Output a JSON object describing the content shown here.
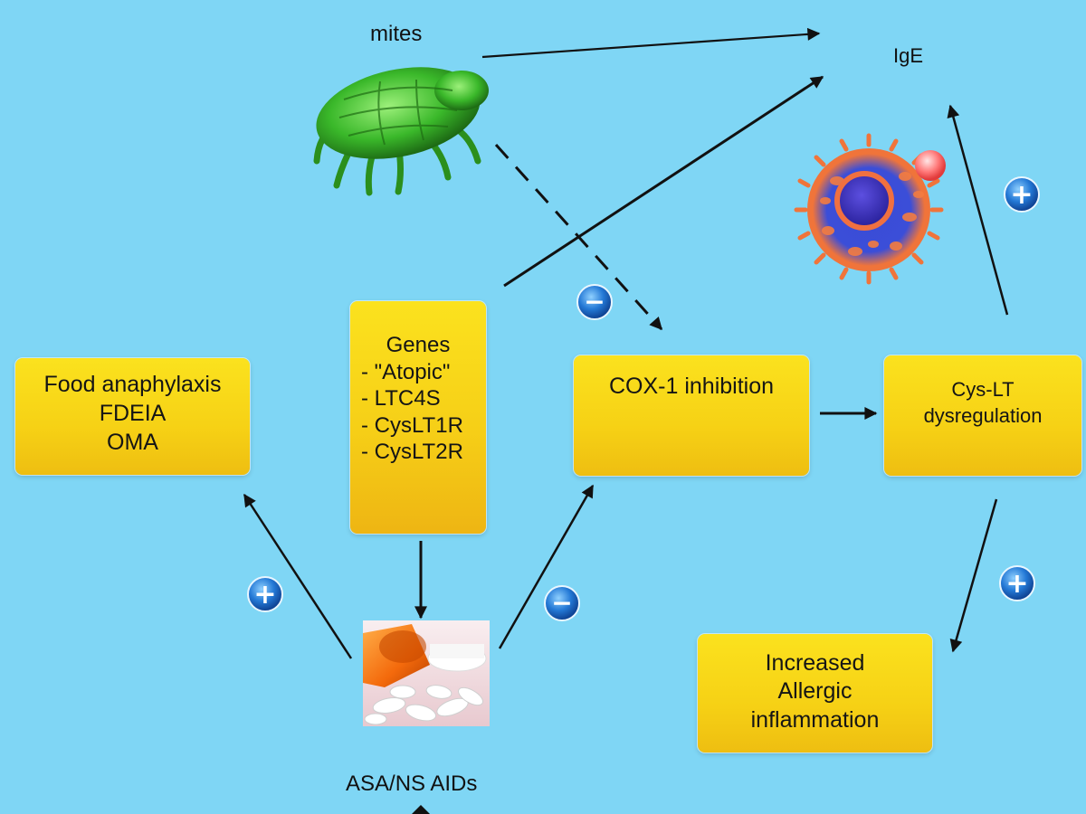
{
  "labels": {
    "mites": "mites",
    "ige": "IgE",
    "asa_nsaids": "ASA/NS AIDs"
  },
  "boxes": {
    "food": [
      "Food anaphylaxis",
      "FDEIA",
      "OMA"
    ],
    "genes": {
      "title": "Genes",
      "items": [
        "- \"Atopic\"",
        "- LTC4S",
        "- CysLT1R",
        "- CysLT2R"
      ]
    },
    "cox": "COX-1 inhibition",
    "cys": [
      "Cys-LT",
      "dysregulation"
    ],
    "increased": [
      "Increased",
      "Allergic",
      "inflammation"
    ]
  },
  "signs": {
    "plus": "+",
    "minus": "−"
  },
  "colors": {
    "background": "#7fd6f5",
    "box_fill": "#f6d115",
    "sign_badge": "#1e6fd0",
    "mite": "#3ab82a",
    "cell": "#e8642a"
  }
}
